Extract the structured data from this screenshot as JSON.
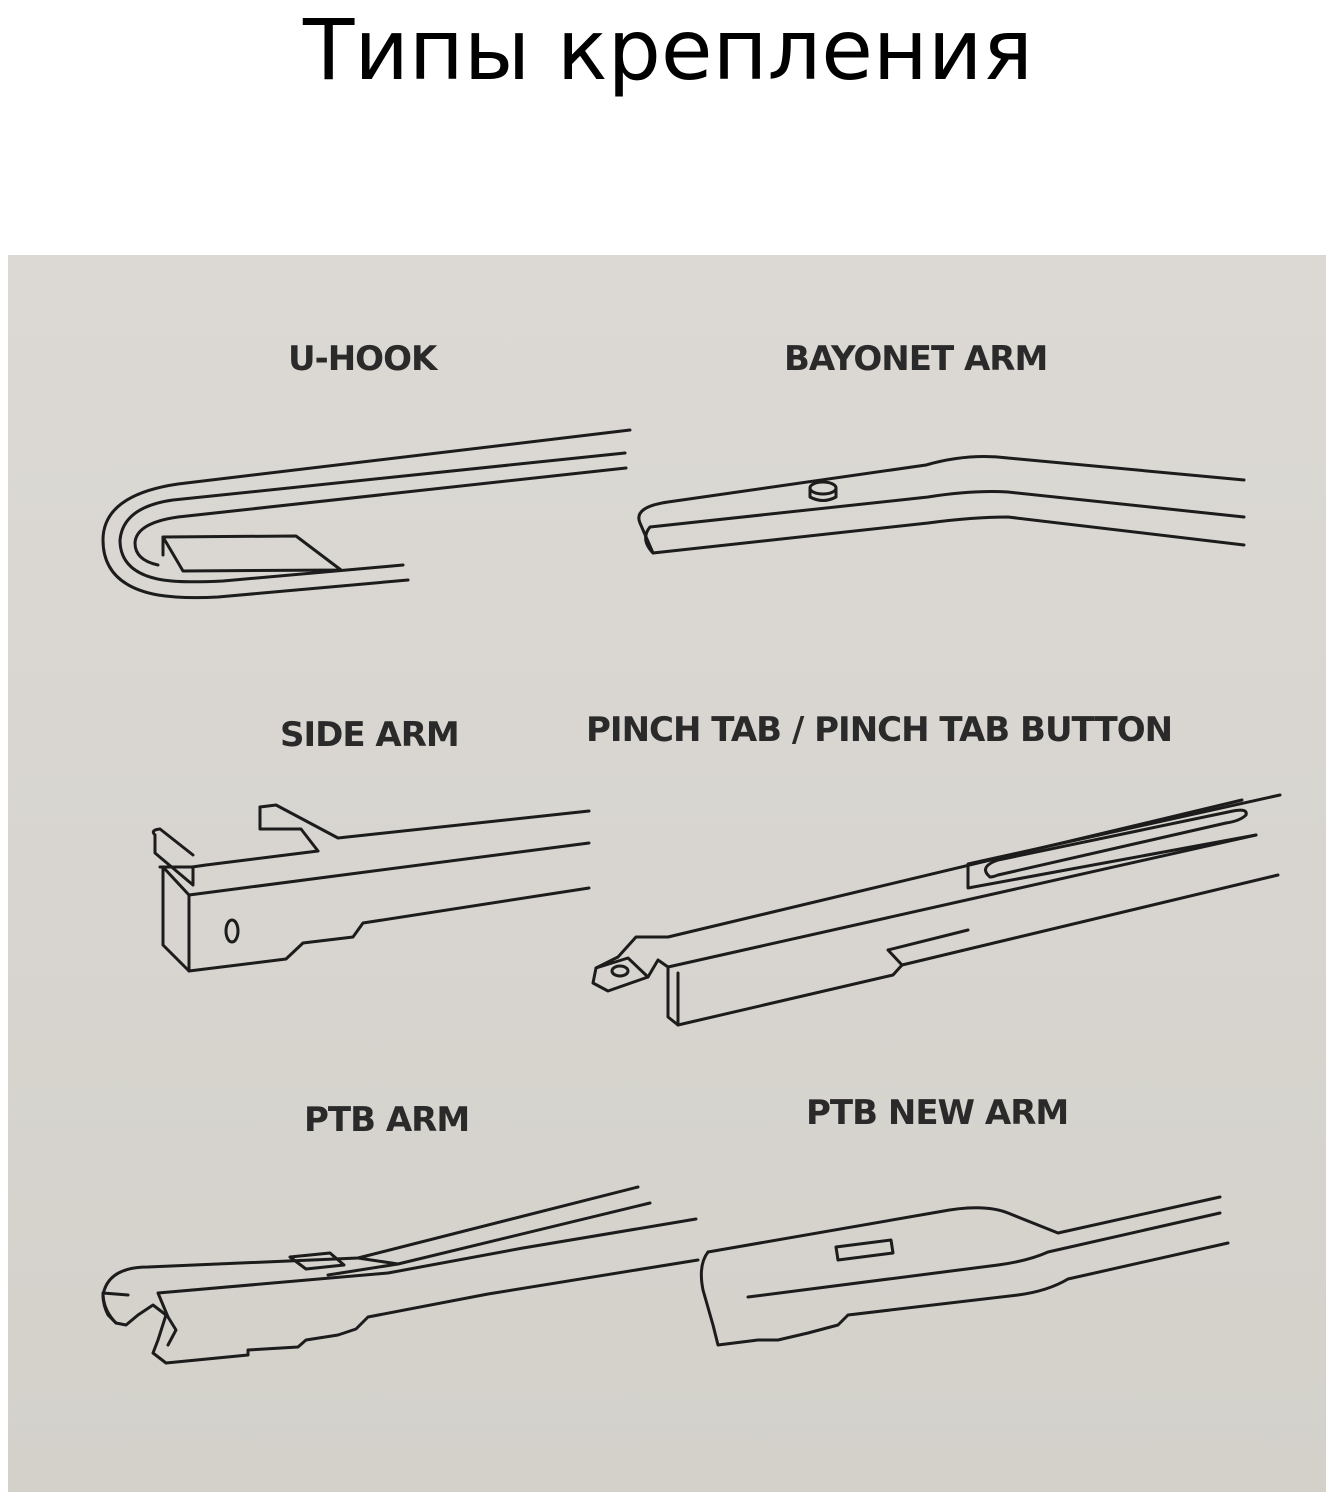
{
  "title": "Типы крепления",
  "labels": {
    "u_hook": "U-HOOK",
    "bayonet_arm": "BAYONET ARM",
    "side_arm": "SIDE ARM",
    "pinch_tab": "PINCH TAB / PINCH TAB BUTTON",
    "ptb_arm": "PTB ARM",
    "ptb_new_arm": "PTB NEW ARM"
  },
  "colors": {
    "background": "#ffffff",
    "card": "#d9d6d1",
    "ink": "#1c1c1c"
  }
}
